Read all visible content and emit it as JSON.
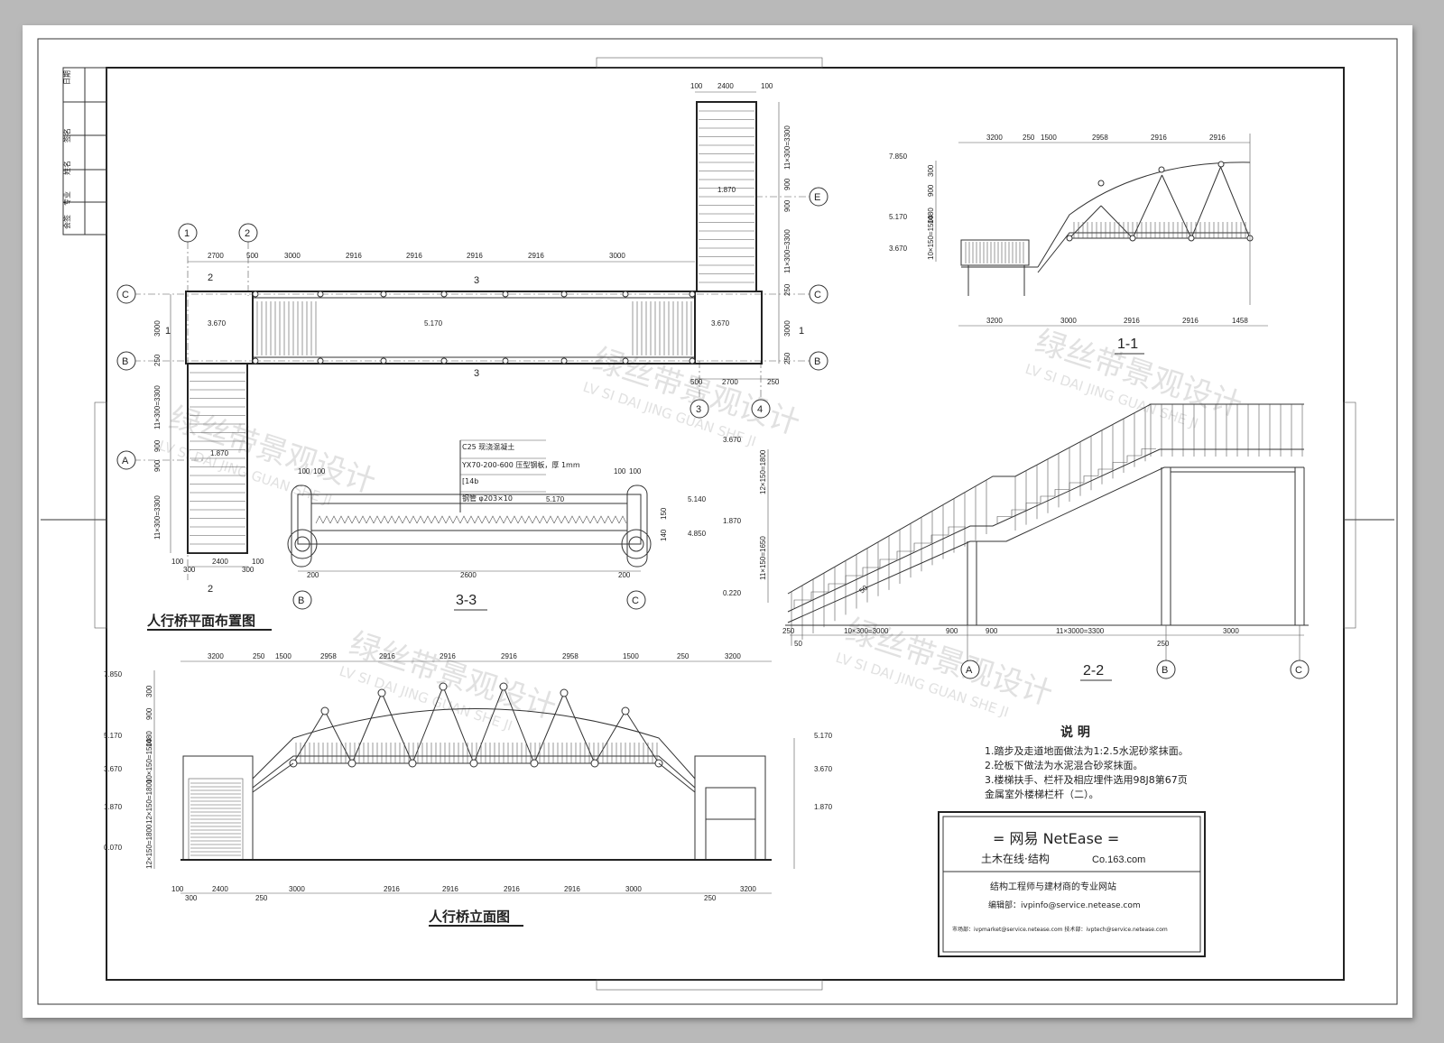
{
  "titles": {
    "plan": "人行桥平面布置图",
    "elevation": "人行桥立面图",
    "sec11": "1-1",
    "sec22": "2-2",
    "sec33": "3-3"
  },
  "axes": {
    "a": "A",
    "b": "B",
    "c": "C",
    "e": "E",
    "n1": "1",
    "n2": "2",
    "n3": "3",
    "n4": "4"
  },
  "side_labels": {
    "l1": "日期",
    "l2": "签名",
    "l3": "姓名",
    "l4": "专业",
    "l5": "会签"
  },
  "plan": {
    "top_dims": [
      "2700",
      "500",
      "3000",
      "2916",
      "2916",
      "2916",
      "2916",
      "3000"
    ],
    "top_right_dims": [
      "100",
      "2400",
      "100"
    ],
    "right_dims": [
      "11×300=3300",
      "900",
      "900",
      "11×300=3300",
      "250",
      "3000",
      "250"
    ],
    "left_dims": [
      "3000",
      "250",
      "11×300=3300",
      "900",
      "900",
      "11×300=3300"
    ],
    "bottom_dims": [
      "100",
      "2400",
      "300",
      "300",
      "100"
    ],
    "br_dims": [
      "500",
      "2700",
      "250"
    ],
    "levels": {
      "l3670a": "3.670",
      "l5170": "5.170",
      "l3670b": "3.670",
      "l1870a": "1.870",
      "l1870b": "1.870"
    },
    "marks": {
      "m2": "2",
      "m3": "3",
      "m1": "1"
    }
  },
  "sec33": {
    "notes": [
      "C25 现浇混凝土",
      "YX70-200-600  压型钢板，厚 1mm",
      "[14b",
      "钢管 φ203×10"
    ],
    "dims": [
      "100",
      "100",
      "100",
      "100",
      "200",
      "2600",
      "200"
    ],
    "levels": [
      "5.170",
      "5.140",
      "4.850"
    ],
    "vdims": [
      "150",
      "140"
    ]
  },
  "sec11": {
    "top_dims": [
      "3200",
      "250",
      "1500",
      "2958",
      "2916",
      "2916"
    ],
    "bottom_dims": [
      "3200",
      "3000",
      "2916",
      "2916",
      "1458"
    ],
    "levels": [
      "7.850",
      "5.170",
      "3.670"
    ],
    "vdims": [
      "300",
      "900",
      "1480",
      "10×150=1500"
    ]
  },
  "sec22": {
    "levels": [
      "3.670",
      "1.870",
      "0.220"
    ],
    "vdims": [
      "12×150=1800",
      "11×150=1650"
    ],
    "bottom_dims": [
      "250",
      "10×300=3000",
      "900",
      "900",
      "11×3000=3300",
      "3000"
    ],
    "small": [
      "50",
      "250"
    ],
    "slope": "50"
  },
  "elev": {
    "top_dims": [
      "3200",
      "250",
      "1500",
      "2958",
      "2916",
      "2916",
      "2916",
      "2958",
      "1500",
      "250",
      "3200"
    ],
    "bottom_dims": [
      "100",
      "2400",
      "300",
      "250",
      "3000",
      "2916",
      "2916",
      "2916",
      "2916",
      "3000",
      "250",
      "3200"
    ],
    "left_levels": [
      "7.850",
      "5.170",
      "3.670",
      "1.870",
      "0.070"
    ],
    "right_levels": [
      "5.170",
      "3.670",
      "1.870"
    ],
    "vdims": [
      "300",
      "900",
      "1480",
      "10×150=1500",
      "12×150=1800",
      "12×150=1800"
    ]
  },
  "notes": {
    "heading": "说  明",
    "items": [
      "1.踏步及走道地面做法为1:2.5水泥砂浆抹面。",
      "2.砼板下做法为水泥混合砂浆抹面。",
      "3.楼梯扶手、栏杆及相应埋件选用98J8第67页",
      "   金属室外楼梯栏杆（二）。"
    ]
  },
  "titleblock": {
    "line1": "=  网易 NetEase  =",
    "line2a": "土木在线·结构",
    "line2b": "Co.163.com",
    "line3": "结构工程师与建材商的专业网站",
    "line4": "编辑部：ivpinfo@service.netease.com",
    "line5": "市场部：ivpmarket@service.netease.com  技术部：ivptech@service.netease.com"
  },
  "watermark": {
    "cn": "绿丝带景观设计",
    "en": "LV SI DAI JING GUAN SHE JI"
  }
}
